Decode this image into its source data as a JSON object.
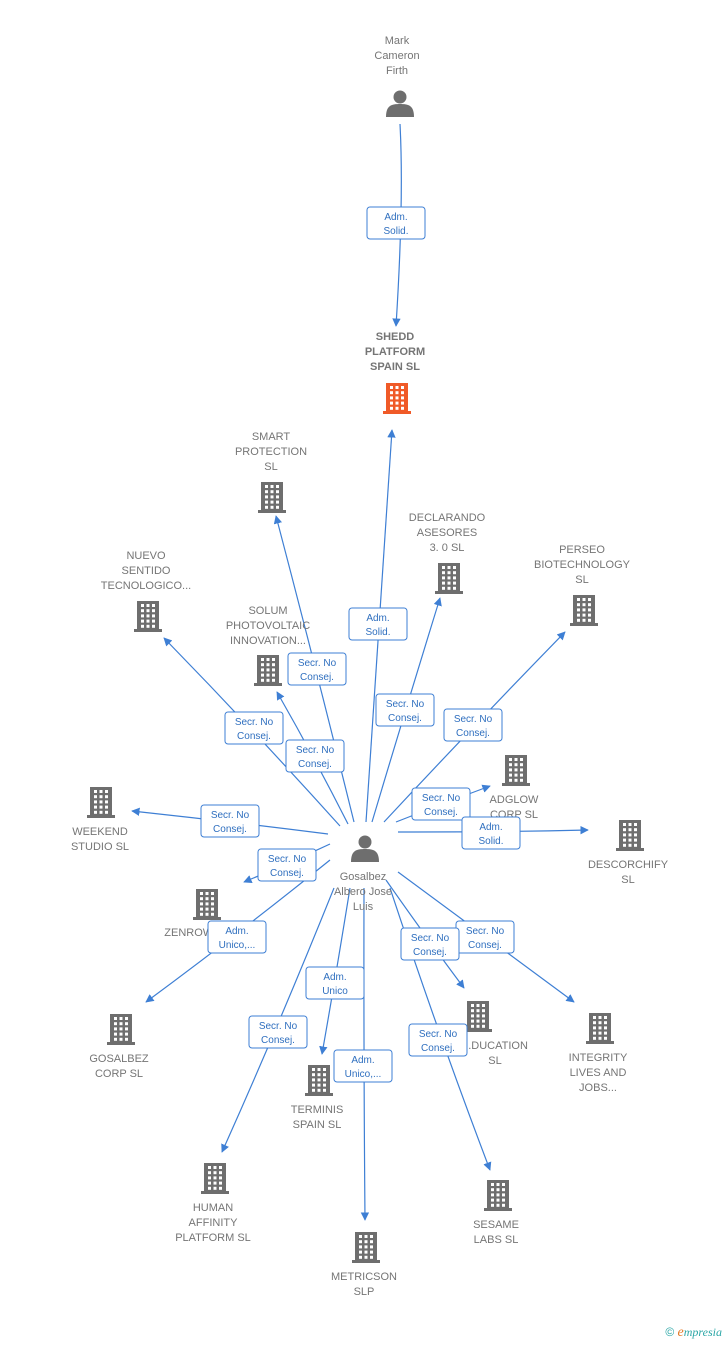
{
  "colors": {
    "edge": "#3e7fd4",
    "person": "#6e6e6e",
    "company": "#6e6e6e",
    "focus_company": "#f05a28"
  },
  "nodes": [
    {
      "id": "mark",
      "kind": "person",
      "label": [
        "Mark",
        "Cameron",
        "Firth"
      ]
    },
    {
      "id": "shedd",
      "kind": "company",
      "focus": true,
      "label": [
        "SHEDD",
        "PLATFORM",
        "SPAIN  SL"
      ]
    },
    {
      "id": "smart",
      "kind": "company",
      "label": [
        "SMART",
        "PROTECTION",
        "SL"
      ]
    },
    {
      "id": "declarando",
      "kind": "company",
      "label": [
        "DECLARANDO",
        "ASESORES",
        "3. 0  SL"
      ]
    },
    {
      "id": "perseo",
      "kind": "company",
      "label": [
        "PERSEO",
        "BIOTECHNOLOGY",
        "SL"
      ]
    },
    {
      "id": "nuevo",
      "kind": "company",
      "label": [
        "NUEVO",
        "SENTIDO",
        "TECNOLOGICO..."
      ]
    },
    {
      "id": "solum",
      "kind": "company",
      "label": [
        "SOLUM",
        "PHOTOVOLTAIC",
        "INNOVATION..."
      ]
    },
    {
      "id": "adglow",
      "kind": "company",
      "label": [
        "ADGLOW",
        "CORP  SL"
      ]
    },
    {
      "id": "weekend",
      "kind": "company",
      "label": [
        "WEEKEND",
        "STUDIO  SL"
      ]
    },
    {
      "id": "descorchify",
      "kind": "company",
      "label": [
        "DESCORCHIFY",
        "SL"
      ]
    },
    {
      "id": "gosalbez_person",
      "kind": "person",
      "label": [
        "Gosalbez",
        "Albero Jose",
        "Luis"
      ]
    },
    {
      "id": "zenrow",
      "kind": "company",
      "label": [
        "ZENROW..."
      ]
    },
    {
      "id": "education",
      "kind": "company",
      "label": [
        "...DUCATION",
        "SL"
      ]
    },
    {
      "id": "integrity",
      "kind": "company",
      "label": [
        "INTEGRITY",
        "LIVES AND",
        "JOBS..."
      ]
    },
    {
      "id": "gosalbez_corp",
      "kind": "company",
      "label": [
        "GOSALBEZ",
        "CORP  SL"
      ]
    },
    {
      "id": "terminis",
      "kind": "company",
      "label": [
        "TERMINIS",
        "SPAIN  SL"
      ]
    },
    {
      "id": "human",
      "kind": "company",
      "label": [
        "HUMAN",
        "AFFINITY",
        "PLATFORM  SL"
      ]
    },
    {
      "id": "sesame",
      "kind": "company",
      "label": [
        "SESAME",
        "LABS  SL"
      ]
    },
    {
      "id": "metricson",
      "kind": "company",
      "label": [
        "METRICSON",
        "SLP"
      ]
    }
  ],
  "edges": [
    {
      "from": "mark",
      "to": "shedd",
      "role": [
        "Adm.",
        "Solid."
      ]
    },
    {
      "from": "gosalbez_person",
      "to": "shedd",
      "role": [
        "Adm.",
        "Solid."
      ]
    },
    {
      "from": "gosalbez_person",
      "to": "smart",
      "role": [
        "Secr.  No",
        "Consej."
      ]
    },
    {
      "from": "gosalbez_person",
      "to": "declarando",
      "role": [
        "Secr.  No",
        "Consej."
      ]
    },
    {
      "from": "gosalbez_person",
      "to": "perseo",
      "role": [
        "Secr.  No",
        "Consej."
      ]
    },
    {
      "from": "gosalbez_person",
      "to": "nuevo",
      "role": [
        "Secr.  No",
        "Consej."
      ]
    },
    {
      "from": "gosalbez_person",
      "to": "solum",
      "role": [
        "Secr.  No",
        "Consej."
      ]
    },
    {
      "from": "gosalbez_person",
      "to": "adglow",
      "role": [
        "Secr.  No",
        "Consej."
      ]
    },
    {
      "from": "gosalbez_person",
      "to": "descorchify",
      "role": [
        "Adm.",
        "Solid."
      ]
    },
    {
      "from": "gosalbez_person",
      "to": "weekend",
      "role": [
        "Secr.  No",
        "Consej."
      ]
    },
    {
      "from": "gosalbez_person",
      "to": "zenrow",
      "role": [
        "Secr.  No",
        "Consej."
      ]
    },
    {
      "from": "gosalbez_person",
      "to": "gosalbez_corp",
      "role": [
        "Adm.",
        "Unico,..."
      ]
    },
    {
      "from": "gosalbez_person",
      "to": "integrity",
      "role": [
        "Secr.  No",
        "Consej."
      ]
    },
    {
      "from": "gosalbez_person",
      "to": "education",
      "role": [
        "Secr.  No",
        "Consej."
      ]
    },
    {
      "from": "gosalbez_person",
      "to": "terminis",
      "role": [
        "Adm.",
        "Unico"
      ]
    },
    {
      "from": "gosalbez_person",
      "to": "human",
      "role": [
        "Secr.  No",
        "Consej."
      ]
    },
    {
      "from": "gosalbez_person",
      "to": "metricson",
      "role": [
        "Adm.",
        "Unico,..."
      ]
    },
    {
      "from": "gosalbez_person",
      "to": "sesame",
      "role": [
        "Secr.  No",
        "Consej."
      ]
    }
  ],
  "brand": {
    "copyright": "©",
    "e": "e",
    "rest": "mpresia"
  }
}
